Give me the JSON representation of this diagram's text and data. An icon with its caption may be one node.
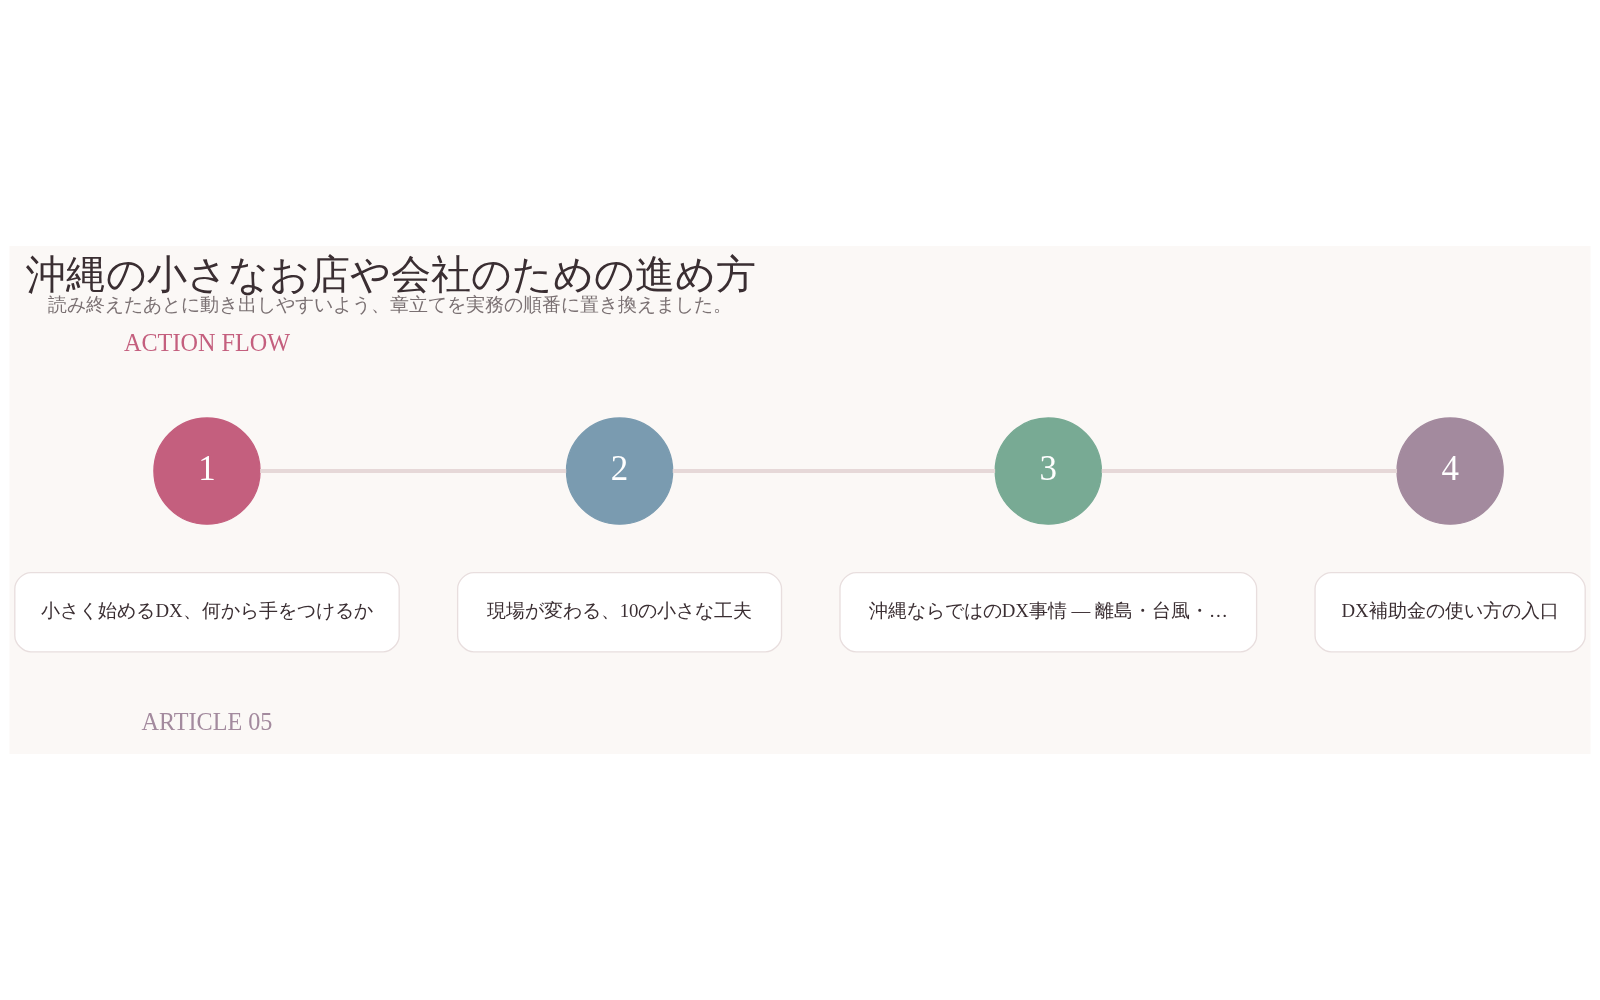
{
  "diagram": {
    "title": "沖縄の小さなお店や会社のための進め方",
    "caption": "読み終えたあとに動き出しやすいよう、章立てを実務の順番に置き換えました。",
    "nodes": [
      {
        "text": [
          "1"
        ]
      },
      {
        "text": [
          "小さく始めるDX、何から手をつけるか"
        ]
      },
      {
        "text": [
          "2"
        ]
      },
      {
        "text": [
          "現場が変わる、10の小さな工夫"
        ]
      },
      {
        "text": [
          "3"
        ]
      },
      {
        "text": [
          "沖縄ならではのDX事情 — 離島・台風・…"
        ]
      },
      {
        "text": [
          "4"
        ]
      },
      {
        "text": [
          "DX補助金の使い方の入口"
        ]
      }
    ],
    "edges": [
      {
        "from": 0,
        "to": 2,
        "arrow": "none"
      },
      {
        "from": 2,
        "to": 4,
        "arrow": "none"
      },
      {
        "from": 4,
        "to": 6,
        "arrow": "none"
      }
    ],
    "labels": [
      "ACTION FLOW",
      "ARTICLE 05"
    ]
  }
}
